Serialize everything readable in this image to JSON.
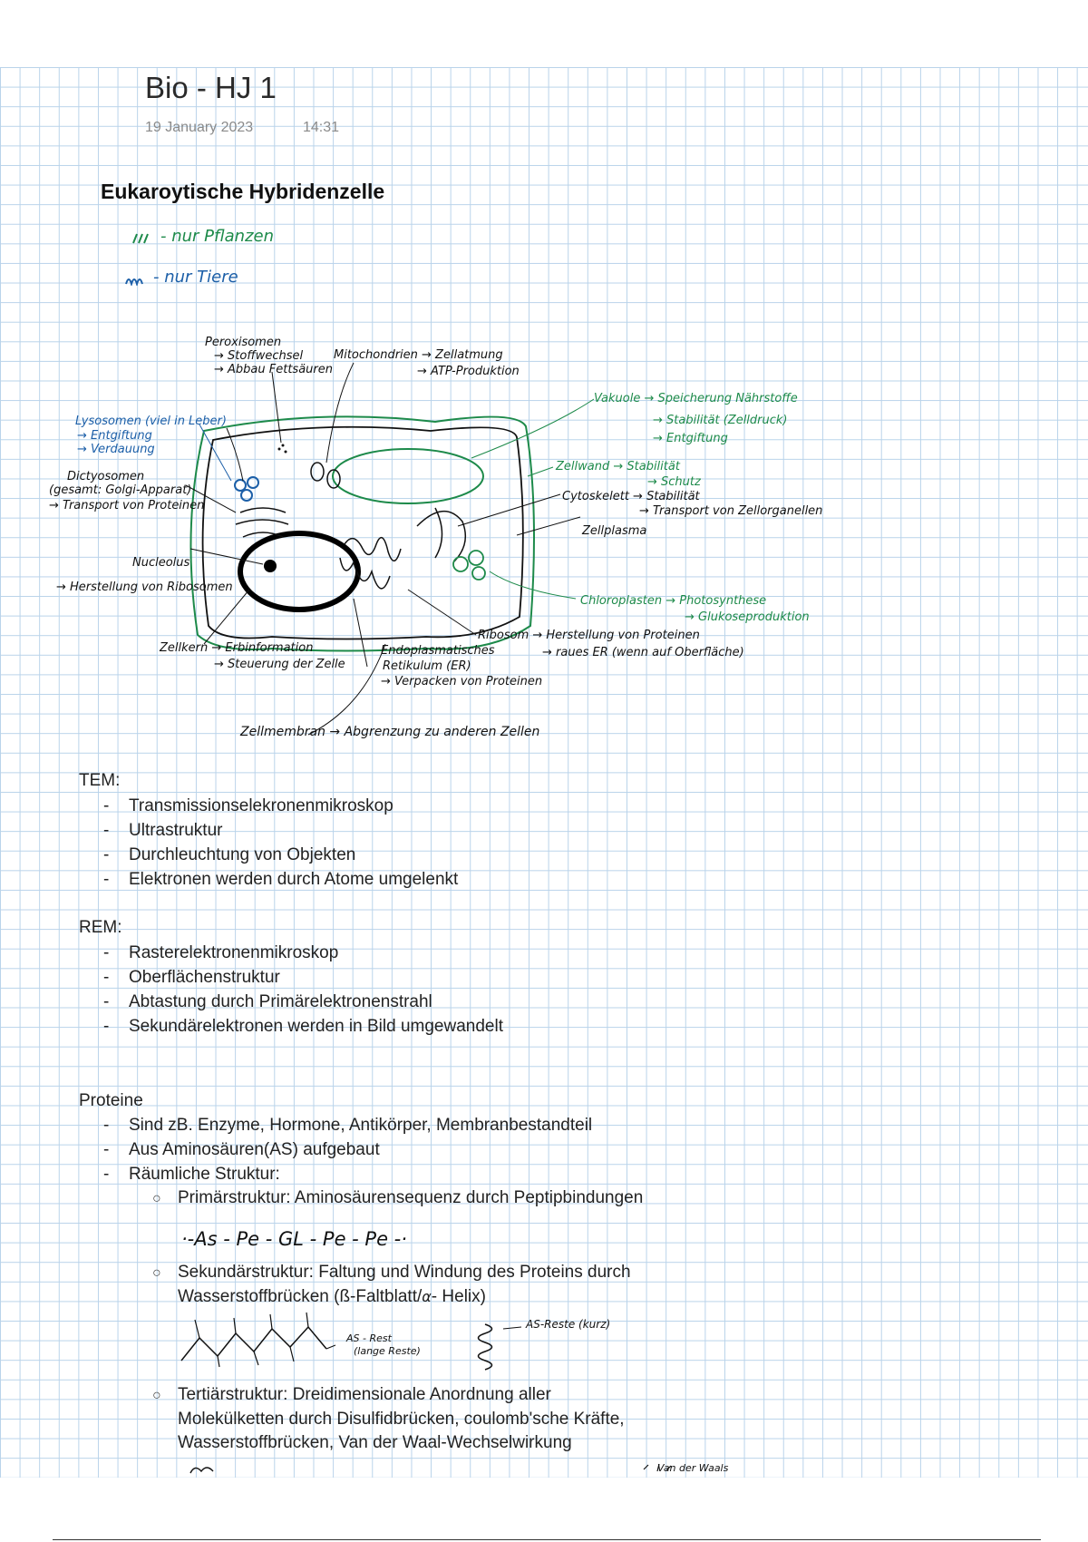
{
  "page": {
    "title": "Bio - HJ 1",
    "date": "19 January 2023",
    "time": "14:31",
    "heading": "Eukaroytische Hybridenzelle"
  },
  "legend": {
    "plants": "- nur Pflanzen",
    "animals": "- nur Tiere",
    "plants_color": "#1d8a4a",
    "animals_color": "#1c5fa8"
  },
  "diagram": {
    "labels": {
      "peroxisomen": "Peroxisomen",
      "peroxisomen_f1": "→ Stoffwechsel",
      "peroxisomen_f2": "→ Abbau Fettsäuren",
      "mitochondrien": "Mitochondrien → Zellatmung",
      "mitochondrien_f": "→ ATP-Produktion",
      "vakuole": "Vakuole → Speicherung Nährstoffe",
      "vakuole_f1": "→ Stabilität (Zelldruck)",
      "vakuole_f2": "→ Entgiftung",
      "zellwand": "Zellwand → Stabilität",
      "zellwand_f": "→ Schutz",
      "cytoskelett": "Cytoskelett → Stabilität",
      "cytoskelett_f": "→ Transport von Zellorganellen",
      "zellplasma": "Zellplasma",
      "chloroplasten": "Chloroplasten → Photosynthese",
      "chloroplasten_f": "→ Glukoseproduktion",
      "ribosom": "Ribosom → Herstellung von Proteinen",
      "ribosom_f": "→ raues ER (wenn auf Oberfläche)",
      "lysosomen": "Lysosomen (viel in Leber)",
      "lysosomen_f1": "→ Entgiftung",
      "lysosomen_f2": "→ Verdauung",
      "dictyosomen": "Dictyosomen",
      "dictyosomen_f1": "(gesamt: Golgi-Apparat)",
      "dictyosomen_f2": "→ Transport von Proteinen",
      "nucleolus": "Nucleolus",
      "nucleolus_f": "→ Herstellung von Ribosomen",
      "zellkern": "Zellkern → Erbinformation",
      "zellkern_f": "→ Steuerung der Zelle",
      "er": "Endoplasmatisches",
      "er_f1": "Retikulum (ER)",
      "er_f2": "→ Verpacken von Proteinen",
      "zellmembran": "Zellmembran → Abgrenzung zu anderen Zellen"
    }
  },
  "tem": {
    "label": "TEM:",
    "items": [
      "Transmissionselekronenmikroskop",
      "Ultrastruktur",
      "Durchleuchtung von Objekten",
      "Elektronen werden durch Atome umgelenkt"
    ]
  },
  "rem": {
    "label": "REM:",
    "items": [
      "Rasterelektronenmikroskop",
      "Oberflächenstruktur",
      "Abtastung durch Primärelektronenstrahl",
      "Sekundärelektronen werden in Bild umgewandelt"
    ]
  },
  "proteine": {
    "label": "Proteine",
    "items": [
      "Sind zB. Enzyme, Hormone, Antikörper, Membranbestandteil",
      "Aus Aminosäuren(AS) aufgebaut",
      "Räumliche Struktur:"
    ],
    "primaer": "Primärstruktur: Aminosäurensequenz durch Peptipbindungen",
    "primaer_sketch": "·-As - Pe - GL - Pe - Pe -·",
    "sekundaer_line1": "Sekundärstruktur: Faltung und Windung des Proteins durch",
    "sekundaer_line2": "Wasserstoffbrücken (ß-Faltblatt/",
    "sekundaer_line2_end": "- Helix)",
    "sekundaer_note1": "AS - Rest",
    "sekundaer_note2": "(lange Reste)",
    "sekundaer_note3": "AS-Reste (kurz)",
    "tertiaer_line1": "Tertiärstruktur: Dreidimensionale Anordnung aller",
    "tertiaer_line2": "Molekülketten durch Disulfidbrücken, coulomb'sche Kräfte,",
    "tertiaer_line3": "Wasserstoffbrücken, Van der Waal-Wechselwirkung",
    "tertiaer_note": "Van der Waals"
  }
}
